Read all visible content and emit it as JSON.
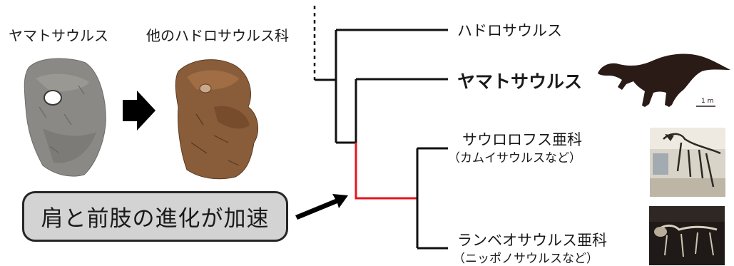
{
  "bones": {
    "left_label": "ヤマトサウルス",
    "right_label": "他のハドロサウルス科"
  },
  "callout": {
    "text": "肩と前肢の進化が加速"
  },
  "tree": {
    "taxa": {
      "hadrosaurus": "ハドロサウルス",
      "yamatosaurus": "ヤマトサウルス",
      "saurolophinae": "サウロロフス亜科",
      "saurolophinae_note": "（カムイサウルスなど）",
      "lambeosaurinae": "ランベオサウルス亜科",
      "lambeosaurinae_note": "（ニッポノサウルスなど）"
    },
    "highlight_color": "#e8141c",
    "line_color": "#111111"
  },
  "silhouette": {
    "scale_label": "1 m",
    "color": "#2a1b17"
  }
}
